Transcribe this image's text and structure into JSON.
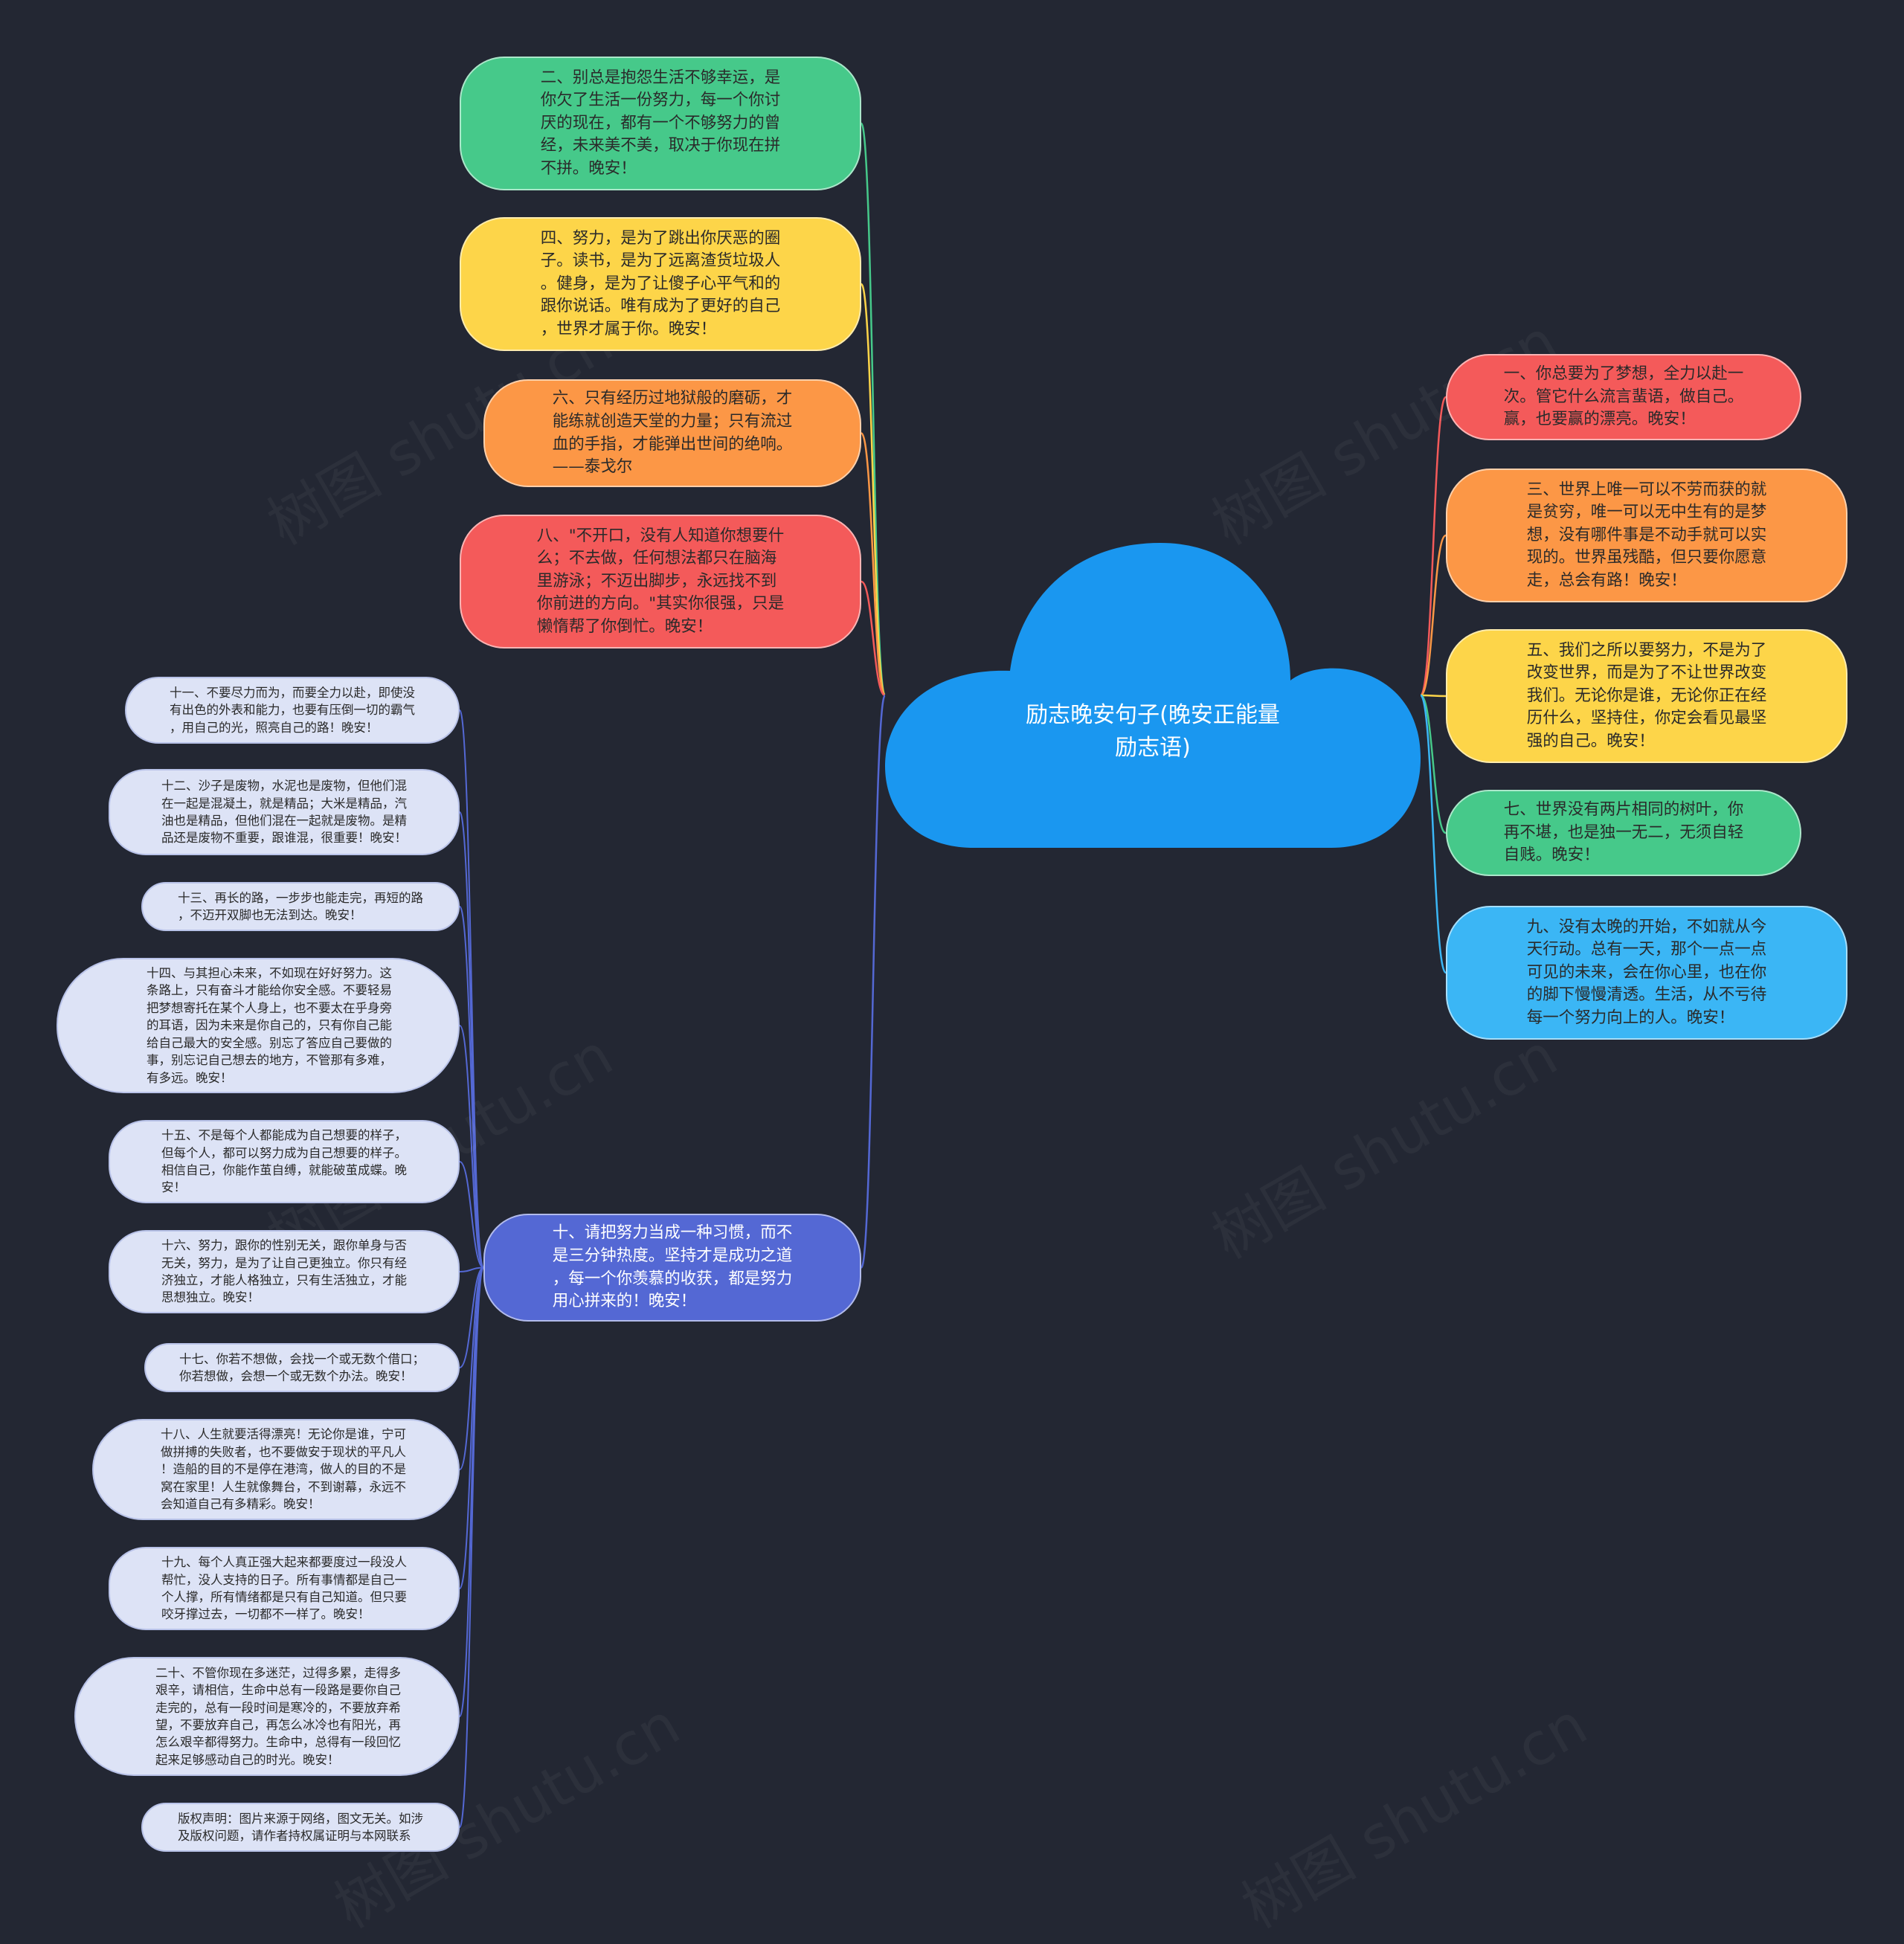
{
  "root": {
    "label": "励志晚安句子(晚安正能量\n励志语)",
    "color": "#1a97f0"
  },
  "watermark": "树图 shutu.cn",
  "colors": {
    "background": "#232733",
    "green": "#46c98a",
    "yellow": "#fdd549",
    "orange": "#fc9746",
    "red": "#f45a5a",
    "cyan": "#3bb6f5",
    "indigo": "#5468d4",
    "lavender": "#dde3f6"
  },
  "left_nodes": [
    {
      "id": "n2",
      "text": "二、别总是抱怨生活不够幸运，是\n你欠了生活一份努力，每一个你讨\n厌的现在，都有一个不够努力的曾\n经，未来美不美，取决于你现在拼\n不拼。晚安！",
      "color": "green"
    },
    {
      "id": "n4",
      "text": "四、努力，是为了跳出你厌恶的圈\n子。读书，是为了远离渣货垃圾人\n。健身，是为了让傻子心平气和的\n跟你说话。唯有成为了更好的自己\n，世界才属于你。晚安！",
      "color": "yellow"
    },
    {
      "id": "n6",
      "text": "六、只有经历过地狱般的磨砺，才\n能练就创造天堂的力量；只有流过\n血的手指，才能弹出世间的绝响。\n——泰戈尔",
      "color": "orange"
    },
    {
      "id": "n8",
      "text": "八、\"不开口，没有人知道你想要什\n么；不去做，任何想法都只在脑海\n里游泳；不迈出脚步，永远找不到\n你前进的方向。\"其实你很强，只是\n懒惰帮了你倒忙。晚安！",
      "color": "red"
    },
    {
      "id": "n10",
      "text": "十、请把努力当成一种习惯，而不\n是三分钟热度。坚持才是成功之道\n，每一个你羡慕的收获，都是努力\n用心拼来的！晚安！",
      "color": "indigo"
    }
  ],
  "right_nodes": [
    {
      "id": "n1",
      "text": "一、你总要为了梦想，全力以赴一\n次。管它什么流言蜚语，做自己。\n赢，也要赢的漂亮。晚安！",
      "color": "red"
    },
    {
      "id": "n3",
      "text": "三、世界上唯一可以不劳而获的就\n是贫穷，唯一可以无中生有的是梦\n想，没有哪件事是不动手就可以实\n现的。世界虽残酷，但只要你愿意\n走，总会有路！晚安！",
      "color": "orange"
    },
    {
      "id": "n5",
      "text": "五、我们之所以要努力，不是为了\n改变世界，而是为了不让世界改变\n我们。无论你是谁，无论你正在经\n历什么，坚持住，你定会看见最坚\n强的自己。晚安！",
      "color": "yellow"
    },
    {
      "id": "n7",
      "text": "七、世界没有两片相同的树叶，你\n再不堪，也是独一无二，无须自轻\n自贱。晚安！",
      "color": "green"
    },
    {
      "id": "n9",
      "text": "九、没有太晚的开始，不如就从今\n天行动。总有一天，那个一点一点\n可见的未来，会在你心里，也在你\n的脚下慢慢清透。生活，从不亏待\n每一个努力向上的人。晚安！",
      "color": "cyan"
    }
  ],
  "sub_nodes": [
    {
      "id": "s11",
      "text": "十一、不要尽力而为，而要全力以赴，即使没\n有出色的外表和能力，也要有压倒一切的霸气\n，用自己的光，照亮自己的路！晚安！"
    },
    {
      "id": "s12",
      "text": "十二、沙子是废物，水泥也是废物，但他们混\n在一起是混凝土，就是精品；大米是精品，汽\n油也是精品，但他们混在一起就是废物。是精\n品还是废物不重要，跟谁混，很重要！晚安！"
    },
    {
      "id": "s13",
      "text": "十三、再长的路，一步步也能走完，再短的路\n，不迈开双脚也无法到达。晚安！"
    },
    {
      "id": "s14",
      "text": "十四、与其担心未来，不如现在好好努力。这\n条路上，只有奋斗才能给你安全感。不要轻易\n把梦想寄托在某个人身上，也不要太在乎身旁\n的耳语，因为未来是你自己的，只有你自己能\n给自己最大的安全感。别忘了答应自己要做的\n事，别忘记自己想去的地方，不管那有多难，\n有多远。晚安！"
    },
    {
      "id": "s15",
      "text": "十五、不是每个人都能成为自己想要的样子，\n但每个人，都可以努力成为自己想要的样子。\n相信自己，你能作茧自缚，就能破茧成蝶。晚\n安！"
    },
    {
      "id": "s16",
      "text": "十六、努力，跟你的性别无关，跟你单身与否\n无关，努力，是为了让自己更独立。你只有经\n济独立，才能人格独立，只有生活独立，才能\n思想独立。晚安！"
    },
    {
      "id": "s17",
      "text": "十七、你若不想做，会找一个或无数个借口；\n你若想做，会想一个或无数个办法。晚安！"
    },
    {
      "id": "s18",
      "text": "十八、人生就要活得漂亮！无论你是谁，宁可\n做拼搏的失败者，也不要做安于现状的平凡人\n！造船的目的不是停在港湾，做人的目的不是\n窝在家里！人生就像舞台，不到谢幕，永远不\n会知道自己有多精彩。晚安！"
    },
    {
      "id": "s19",
      "text": "十九、每个人真正强大起来都要度过一段没人\n帮忙，没人支持的日子。所有事情都是自己一\n个人撑，所有情绪都是只有自己知道。但只要\n咬牙撑过去，一切都不一样了。晚安！"
    },
    {
      "id": "s20",
      "text": "二十、不管你现在多迷茫，过得多累，走得多\n艰辛，请相信，生命中总有一段路是要你自己\n走完的，总有一段时间是寒冷的，不要放弃希\n望，不要放弃自己，再怎么冰冷也有阳光，再\n怎么艰辛都得努力。生命中，总得有一段回忆\n起来足够感动自己的时光。晚安！"
    },
    {
      "id": "s21",
      "text": "版权声明：图片来源于网络，图文无关。如涉\n及版权问题，请作者持权属证明与本网联系"
    }
  ]
}
